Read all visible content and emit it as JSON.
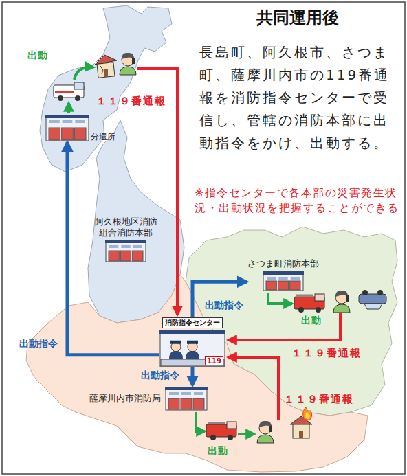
{
  "diagram": {
    "title": "共同運用後",
    "nodes": [
      {
        "text": [
          "消防指令センター",
          "119"
        ]
      },
      {
        "text": [
          "分遣所"
        ]
      },
      {
        "text": [
          "阿久根地区消防組合消防本部"
        ]
      },
      {
        "text": [
          "さつま町消防本部"
        ]
      },
      {
        "text": [
          "薩摩川内市消防局"
        ]
      }
    ],
    "edges": [
      {
        "from": 0,
        "to": 1,
        "label": "出動指令",
        "arrow": "to"
      },
      {
        "from": 0,
        "to": 3,
        "label": "出動指令",
        "arrow": "to"
      },
      {
        "from": 0,
        "to": 4,
        "label": "出動指令",
        "arrow": "to"
      }
    ],
    "labels": [
      "長島町、阿久根市、さつま町、薩摩川内市の119番通報を消防指令センターで受信し、管轄の消防本部に出動指令をかけ、出動する。",
      "※指令センターで各本部の災害発生状況・出動状況を把握することができる",
      "１１９番通報",
      "１１９番通報",
      "１１９番通報",
      "出動",
      "出動",
      "出動"
    ]
  }
}
